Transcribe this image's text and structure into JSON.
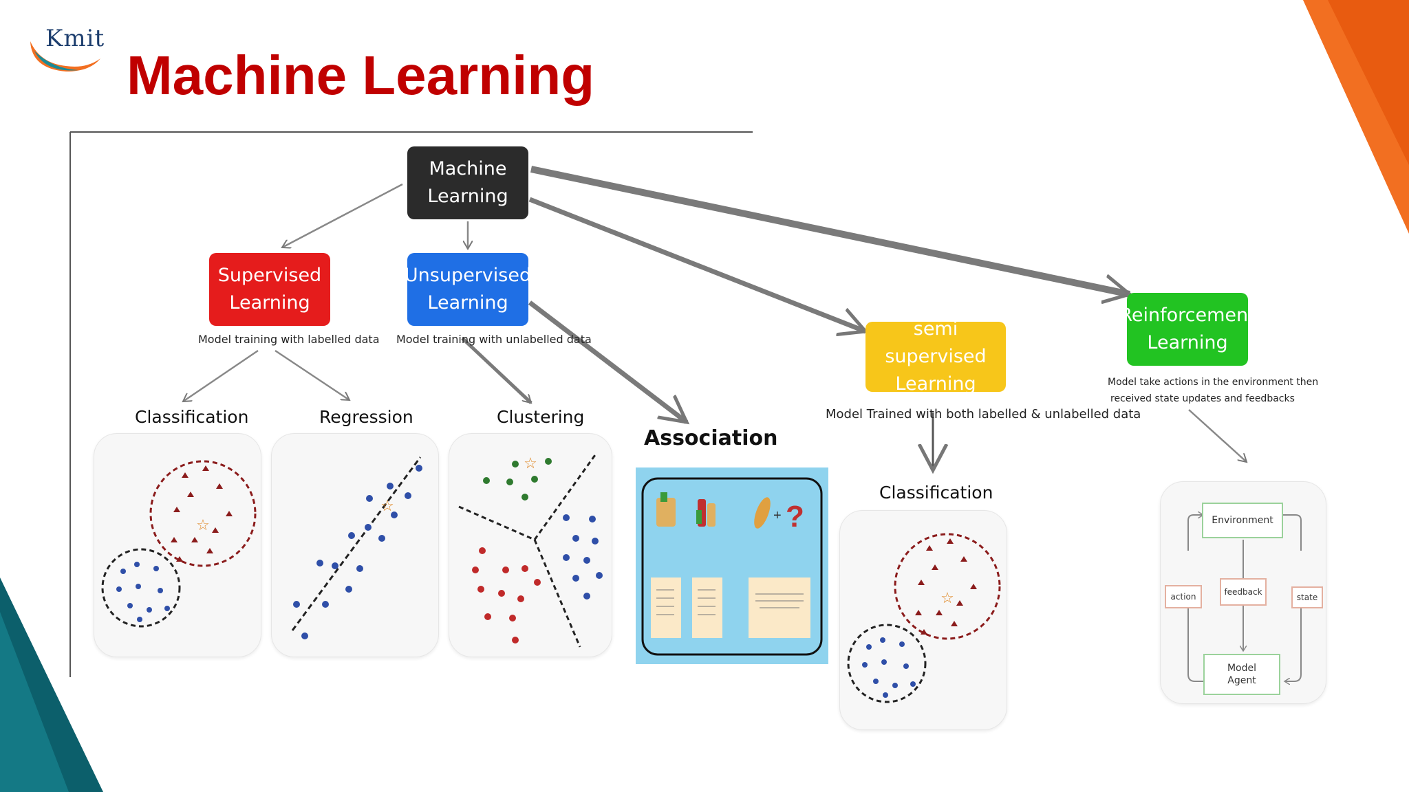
{
  "logo": {
    "text": "Kmit"
  },
  "title": "Machine Learning",
  "colors": {
    "title": "#c00000",
    "root": "#2b2b2b",
    "supervised": "#e51c1c",
    "unsupervised": "#1f6fe5",
    "semi_supervised": "#f7c61a",
    "reinforcement": "#22c322",
    "accent_orange": "#f26f21",
    "accent_teal": "#0c5f6b"
  },
  "diagram": {
    "root": {
      "line1": "Machine",
      "line2": "Learning"
    },
    "supervised": {
      "line1": "Supervised",
      "line2": "Learning",
      "caption": "Model training with labelled data"
    },
    "unsupervised": {
      "line1": "Unsupervised",
      "line2": "Learning",
      "caption": "Model training with unlabelled data"
    },
    "semi_supervised": {
      "line1": "semi supervised",
      "line2": "Learning",
      "caption": "Model Trained with both labelled & unlabelled data"
    },
    "reinforcement": {
      "line1": "Reinforcement",
      "line2": "Learning",
      "caption_line1": "Model take actions in the environment then",
      "caption_line2": "received state updates and feedbacks"
    },
    "categories": {
      "classification": "Classification",
      "regression": "Regression",
      "clustering": "Clustering",
      "association": "Association",
      "semi_classification": "Classification"
    },
    "rl_loop": {
      "environment": "Environment",
      "action": "action",
      "feedback": "feedback",
      "state": "state",
      "agent_line1": "Model",
      "agent_line2": "Agent"
    }
  }
}
